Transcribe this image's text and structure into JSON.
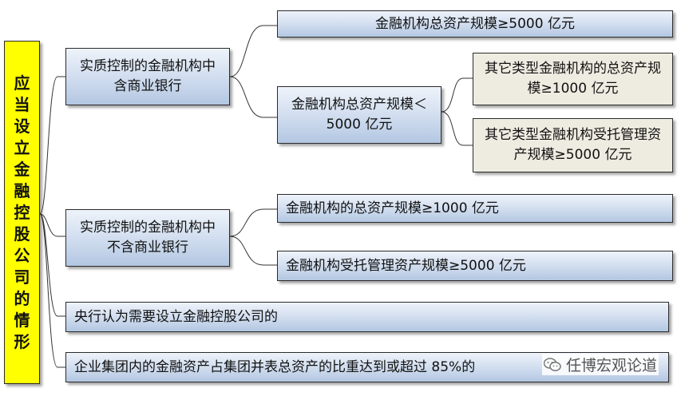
{
  "root": {
    "label": "应当设立金融控股公司的情形"
  },
  "branch_bank": {
    "label": "实质控制的金融机构中含商业银行",
    "condition_a": "金融机构总资产规模≥5000 亿元",
    "condition_b": {
      "label": "金融机构总资产规模＜5000 亿元",
      "sub1": "其它类型金融机构的总资产规模≥1000 亿元",
      "sub2": "其它类型金融机构受托管理资产规模≥5000 亿元"
    }
  },
  "branch_nonbank": {
    "label": "实质控制的金融机构中不含商业银行",
    "condition_a": "金融机构的总资产规模≥1000 亿元",
    "condition_b": "金融机构受托管理资产规模≥5000 亿元"
  },
  "branch_pboc": "央行认为需要设立金融控股公司的",
  "branch_ratio": "企业集团内的金融资产占集团并表总资产的比重达到或超过 85%的",
  "watermark": "任博宏观论道",
  "colors": {
    "root_fill": "#ffff00",
    "box_fill": "#c6d6ec",
    "sub_box_fill": "#eeece1",
    "line": "#333333"
  }
}
